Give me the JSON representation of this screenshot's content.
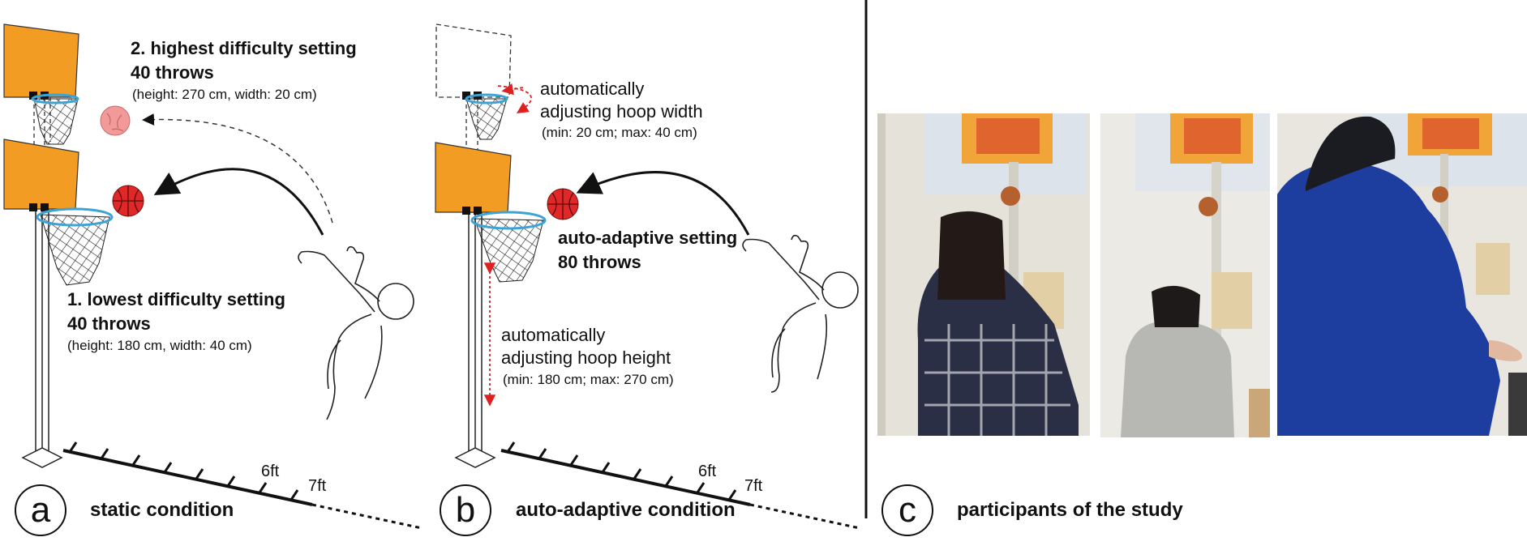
{
  "panel_a": {
    "high_title": "2. highest difficulty setting",
    "high_throws": "40 throws",
    "high_dims": "(height: 270 cm, width: 20 cm)",
    "low_title": "1. lowest difficulty setting",
    "low_throws": "40 throws",
    "low_dims": "(height: 180 cm, width: 40 cm)",
    "marker_6": "6ft",
    "marker_7": "7ft",
    "letter": "a",
    "caption": "static condition"
  },
  "panel_b": {
    "width_line1": "automatically",
    "width_line2": "adjusting hoop width",
    "width_range": "(min: 20 cm; max: 40 cm)",
    "setting_title": "auto-adaptive setting",
    "setting_throws": "80 throws",
    "height_line1": "automatically",
    "height_line2": "adjusting hoop height",
    "height_range": "(min: 180 cm; max: 270 cm)",
    "marker_6": "6ft",
    "marker_7": "7ft",
    "letter": "b",
    "caption": "auto-adaptive condition"
  },
  "panel_c": {
    "letter": "c",
    "caption": "participants of the study"
  },
  "colors": {
    "backboard": "#F39C23",
    "ball": "#E02828",
    "ball_faded": "#F29A9A",
    "rim": "#3DA3D6",
    "adjust_arrow": "#E02020",
    "shirt_plaid": "#2A2F45",
    "shirt_grey": "#B7B7B4",
    "hoodie_blue": "#1D3E9E"
  }
}
